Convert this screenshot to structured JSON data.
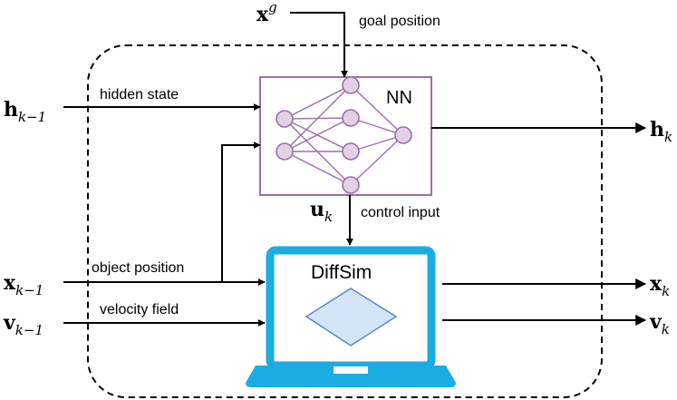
{
  "inputs": {
    "goal": {
      "base": "x",
      "sup": "g",
      "desc": "goal position"
    },
    "hidden": {
      "base": "h",
      "sub": "k−1",
      "desc": "hidden state"
    },
    "position": {
      "base": "x",
      "sub": "k−1",
      "desc": "object position"
    },
    "velocity": {
      "base": "v",
      "sub": "k−1",
      "desc": "velocity field"
    }
  },
  "nn": {
    "label": "NN"
  },
  "control": {
    "base": "u",
    "sub": "k",
    "desc": "control input"
  },
  "simulator": {
    "label": "DiffSim"
  },
  "outputs": {
    "hidden": {
      "base": "h",
      "sub": "k"
    },
    "position": {
      "base": "x",
      "sub": "k"
    },
    "velocity": {
      "base": "v",
      "sub": "k"
    }
  },
  "colors": {
    "nn_border": "#9b6fa8",
    "node_fill": "#e3cfe6",
    "laptop": "#1aace3",
    "diamond_fill": "#d3e4f6",
    "diamond_stroke": "#5b87c6"
  }
}
